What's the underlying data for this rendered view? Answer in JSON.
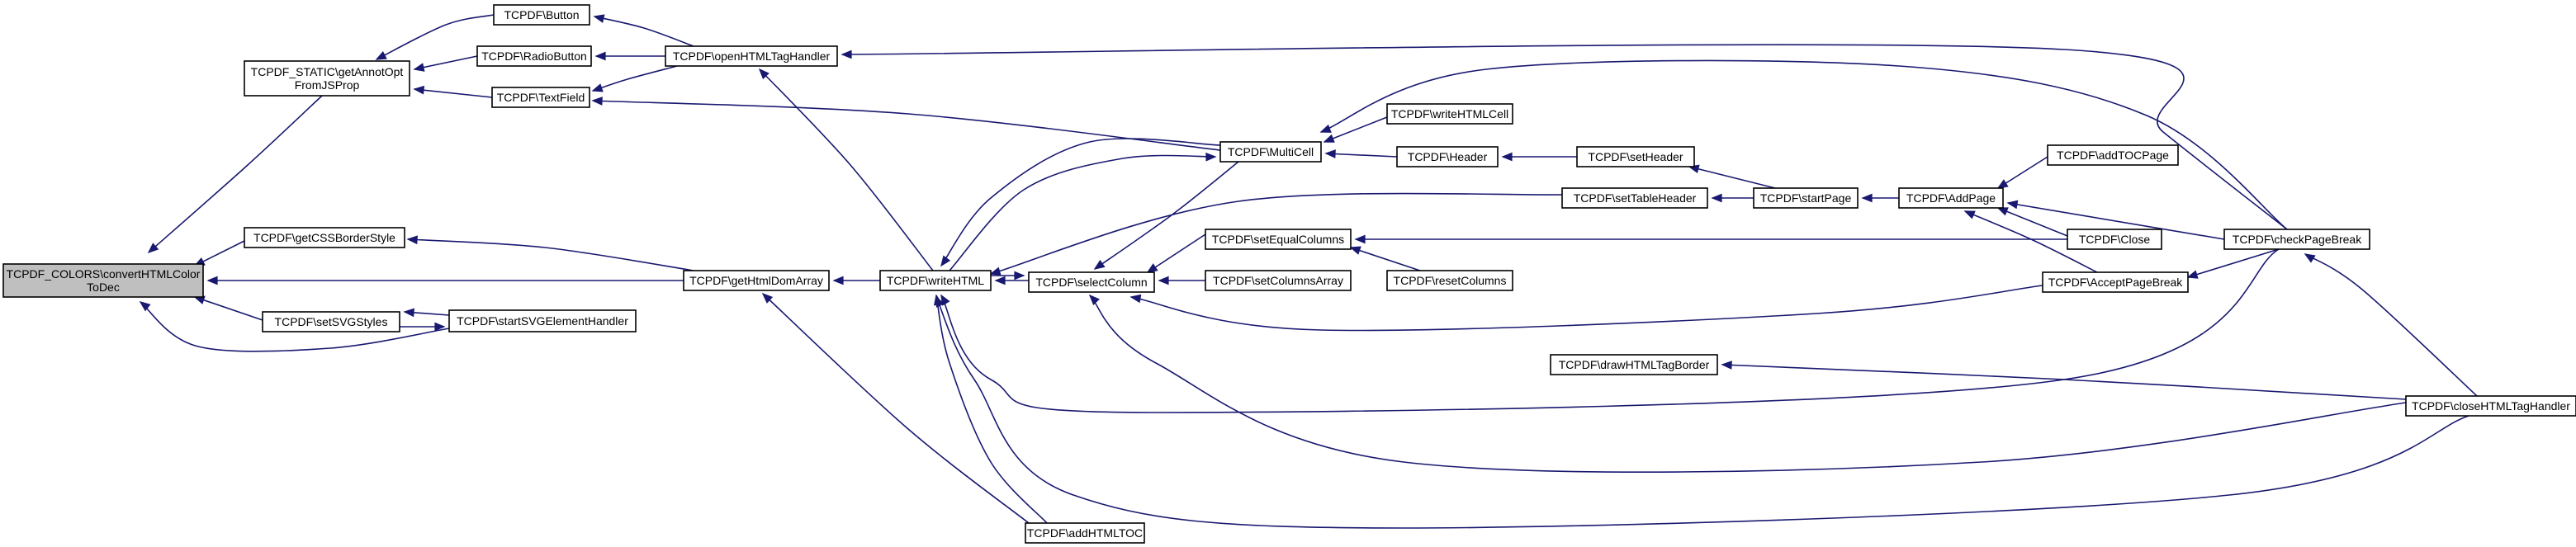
{
  "colors": {
    "edge": "#191970",
    "node_border": "#000000",
    "focus_node_border": "#000000",
    "truncated_node_border": "#ff0000",
    "focus_fill": "#bfbfbf",
    "node_fill": "#ffffff"
  },
  "nodes": [
    {
      "id": "convertHTMLColorToDec",
      "lines": [
        "TCPDF_COLORS\\convertHTMLColor",
        "ToDec"
      ],
      "style": "focus"
    },
    {
      "id": "getAnnotOptFromJSProp",
      "lines": [
        "TCPDF_STATIC\\getAnnotOpt",
        "FromJSProp"
      ],
      "style": "normal"
    },
    {
      "id": "getCSSBorderStyle",
      "lines": [
        "TCPDF\\getCSSBorderStyle"
      ],
      "style": "normal"
    },
    {
      "id": "setSVGStyles",
      "lines": [
        "TCPDF\\setSVGStyles"
      ],
      "style": "normal"
    },
    {
      "id": "Button",
      "lines": [
        "TCPDF\\Button"
      ],
      "style": "normal"
    },
    {
      "id": "RadioButton",
      "lines": [
        "TCPDF\\RadioButton"
      ],
      "style": "normal"
    },
    {
      "id": "TextField",
      "lines": [
        "TCPDF\\TextField"
      ],
      "style": "normal"
    },
    {
      "id": "startSVGElementHandler",
      "lines": [
        "TCPDF\\startSVGElementHandler"
      ],
      "style": "normal"
    },
    {
      "id": "openHTMLTagHandler",
      "lines": [
        "TCPDF\\openHTMLTagHandler"
      ],
      "style": "normal"
    },
    {
      "id": "getHtmlDomArray",
      "lines": [
        "TCPDF\\getHtmlDomArray"
      ],
      "style": "normal"
    },
    {
      "id": "writeHTML",
      "lines": [
        "TCPDF\\writeHTML"
      ],
      "style": "normal"
    },
    {
      "id": "addHTMLTOC",
      "lines": [
        "TCPDF\\addHTMLTOC"
      ],
      "style": "normal"
    },
    {
      "id": "selectColumn",
      "lines": [
        "TCPDF\\selectColumn"
      ],
      "style": "normal"
    },
    {
      "id": "MultiCell",
      "lines": [
        "TCPDF\\MultiCell"
      ],
      "style": "normal"
    },
    {
      "id": "setEqualColumns",
      "lines": [
        "TCPDF\\setEqualColumns"
      ],
      "style": "normal"
    },
    {
      "id": "setColumnsArray",
      "lines": [
        "TCPDF\\setColumnsArray"
      ],
      "style": "normal"
    },
    {
      "id": "writeHTMLCell",
      "lines": [
        "TCPDF\\writeHTMLCell"
      ],
      "style": "normal"
    },
    {
      "id": "Header",
      "lines": [
        "TCPDF\\Header"
      ],
      "style": "normal"
    },
    {
      "id": "resetColumns",
      "lines": [
        "TCPDF\\resetColumns"
      ],
      "style": "normal"
    },
    {
      "id": "drawHTMLTagBorder",
      "lines": [
        "TCPDF\\drawHTMLTagBorder"
      ],
      "style": "normal"
    },
    {
      "id": "setTableHeader",
      "lines": [
        "TCPDF\\setTableHeader"
      ],
      "style": "normal"
    },
    {
      "id": "setHeader",
      "lines": [
        "TCPDF\\setHeader"
      ],
      "style": "normal"
    },
    {
      "id": "startPage",
      "lines": [
        "TCPDF\\startPage"
      ],
      "style": "normal"
    },
    {
      "id": "AddPage",
      "lines": [
        "TCPDF\\AddPage"
      ],
      "style": "normal"
    },
    {
      "id": "addTOCPage",
      "lines": [
        "TCPDF\\addTOCPage"
      ],
      "style": "normal"
    },
    {
      "id": "Close",
      "lines": [
        "TCPDF\\Close"
      ],
      "style": "truncated"
    },
    {
      "id": "AcceptPageBreak",
      "lines": [
        "TCPDF\\AcceptPageBreak"
      ],
      "style": "truncated"
    },
    {
      "id": "checkPageBreak",
      "lines": [
        "TCPDF\\checkPageBreak"
      ],
      "style": "truncated"
    },
    {
      "id": "closeHTMLTagHandler",
      "lines": [
        "TCPDF\\closeHTMLTagHandler"
      ],
      "style": "normal"
    }
  ],
  "edges": [
    {
      "from": "getAnnotOptFromJSProp",
      "to": "convertHTMLColorToDec"
    },
    {
      "from": "getCSSBorderStyle",
      "to": "convertHTMLColorToDec"
    },
    {
      "from": "getHtmlDomArray",
      "to": "convertHTMLColorToDec"
    },
    {
      "from": "setSVGStyles",
      "to": "convertHTMLColorToDec"
    },
    {
      "from": "startSVGElementHandler",
      "to": "convertHTMLColorToDec"
    },
    {
      "from": "Button",
      "to": "getAnnotOptFromJSProp"
    },
    {
      "from": "RadioButton",
      "to": "getAnnotOptFromJSProp"
    },
    {
      "from": "TextField",
      "to": "getAnnotOptFromJSProp"
    },
    {
      "from": "openHTMLTagHandler",
      "to": "Button"
    },
    {
      "from": "openHTMLTagHandler",
      "to": "RadioButton"
    },
    {
      "from": "openHTMLTagHandler",
      "to": "TextField"
    },
    {
      "from": "MultiCell",
      "to": "TextField"
    },
    {
      "from": "getHtmlDomArray",
      "to": "getCSSBorderStyle"
    },
    {
      "from": "startSVGElementHandler",
      "to": "setSVGStyles"
    },
    {
      "from": "setSVGStyles",
      "to": "startSVGElementHandler"
    },
    {
      "from": "writeHTML",
      "to": "openHTMLTagHandler"
    },
    {
      "from": "checkPageBreak",
      "to": "openHTMLTagHandler"
    },
    {
      "from": "writeHTML",
      "to": "getHtmlDomArray"
    },
    {
      "from": "addHTMLTOC",
      "to": "getHtmlDomArray"
    },
    {
      "from": "addHTMLTOC",
      "to": "writeHTML"
    },
    {
      "from": "MultiCell",
      "to": "writeHTML"
    },
    {
      "from": "selectColumn",
      "to": "writeHTML"
    },
    {
      "from": "setTableHeader",
      "to": "writeHTML"
    },
    {
      "from": "writeHTML",
      "to": "MultiCell"
    },
    {
      "from": "writeHTMLCell",
      "to": "MultiCell"
    },
    {
      "from": "Header",
      "to": "MultiCell"
    },
    {
      "from": "checkPageBreak",
      "to": "MultiCell"
    },
    {
      "from": "MultiCell",
      "to": "selectColumn"
    },
    {
      "from": "writeHTML",
      "to": "selectColumn"
    },
    {
      "from": "setEqualColumns",
      "to": "selectColumn"
    },
    {
      "from": "setColumnsArray",
      "to": "selectColumn"
    },
    {
      "from": "AcceptPageBreak",
      "to": "selectColumn"
    },
    {
      "from": "resetColumns",
      "to": "setEqualColumns"
    },
    {
      "from": "Close",
      "to": "setEqualColumns"
    },
    {
      "from": "setHeader",
      "to": "Header"
    },
    {
      "from": "startPage",
      "to": "setHeader"
    },
    {
      "from": "startPage",
      "to": "setTableHeader"
    },
    {
      "from": "AddPage",
      "to": "startPage"
    },
    {
      "from": "addTOCPage",
      "to": "AddPage"
    },
    {
      "from": "Close",
      "to": "AddPage"
    },
    {
      "from": "AcceptPageBreak",
      "to": "AddPage"
    },
    {
      "from": "checkPageBreak",
      "to": "AddPage"
    },
    {
      "from": "checkPageBreak",
      "to": "AcceptPageBreak"
    },
    {
      "from": "closeHTMLTagHandler",
      "to": "checkPageBreak"
    },
    {
      "from": "checkPageBreak",
      "to": "writeHTML"
    },
    {
      "from": "closeHTMLTagHandler",
      "to": "drawHTMLTagBorder"
    },
    {
      "from": "closeHTMLTagHandler",
      "to": "selectColumn"
    },
    {
      "from": "closeHTMLTagHandler",
      "to": "writeHTML"
    }
  ]
}
